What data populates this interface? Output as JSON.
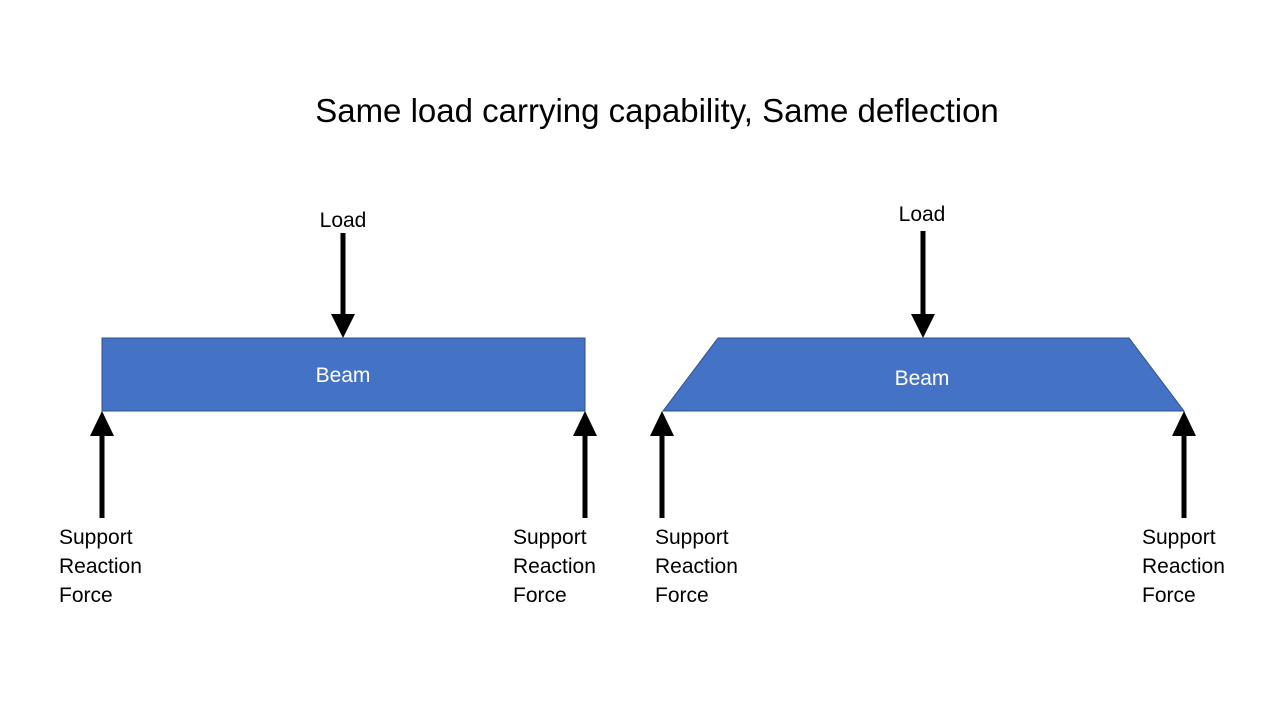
{
  "title": "Same load carrying capability, Same deflection",
  "colors": {
    "beam_fill": "#4472C4",
    "beam_stroke": "#2F528F",
    "arrow": "#000000",
    "background": "#FFFFFF"
  },
  "left_diagram": {
    "beam_shape": "rectangle",
    "beam_label": "Beam",
    "load_label": "Load",
    "left_support": {
      "line1": "Support",
      "line2": "Reaction",
      "line3": "Force"
    },
    "right_support": {
      "line1": "Support",
      "line2": "Reaction",
      "line3": "Force"
    }
  },
  "right_diagram": {
    "beam_shape": "trapezoid",
    "beam_label": "Beam",
    "load_label": "Load",
    "left_support": {
      "line1": "Support",
      "line2": "Reaction",
      "line3": "Force"
    },
    "right_support": {
      "line1": "Support",
      "line2": "Reaction",
      "line3": "Force"
    }
  }
}
